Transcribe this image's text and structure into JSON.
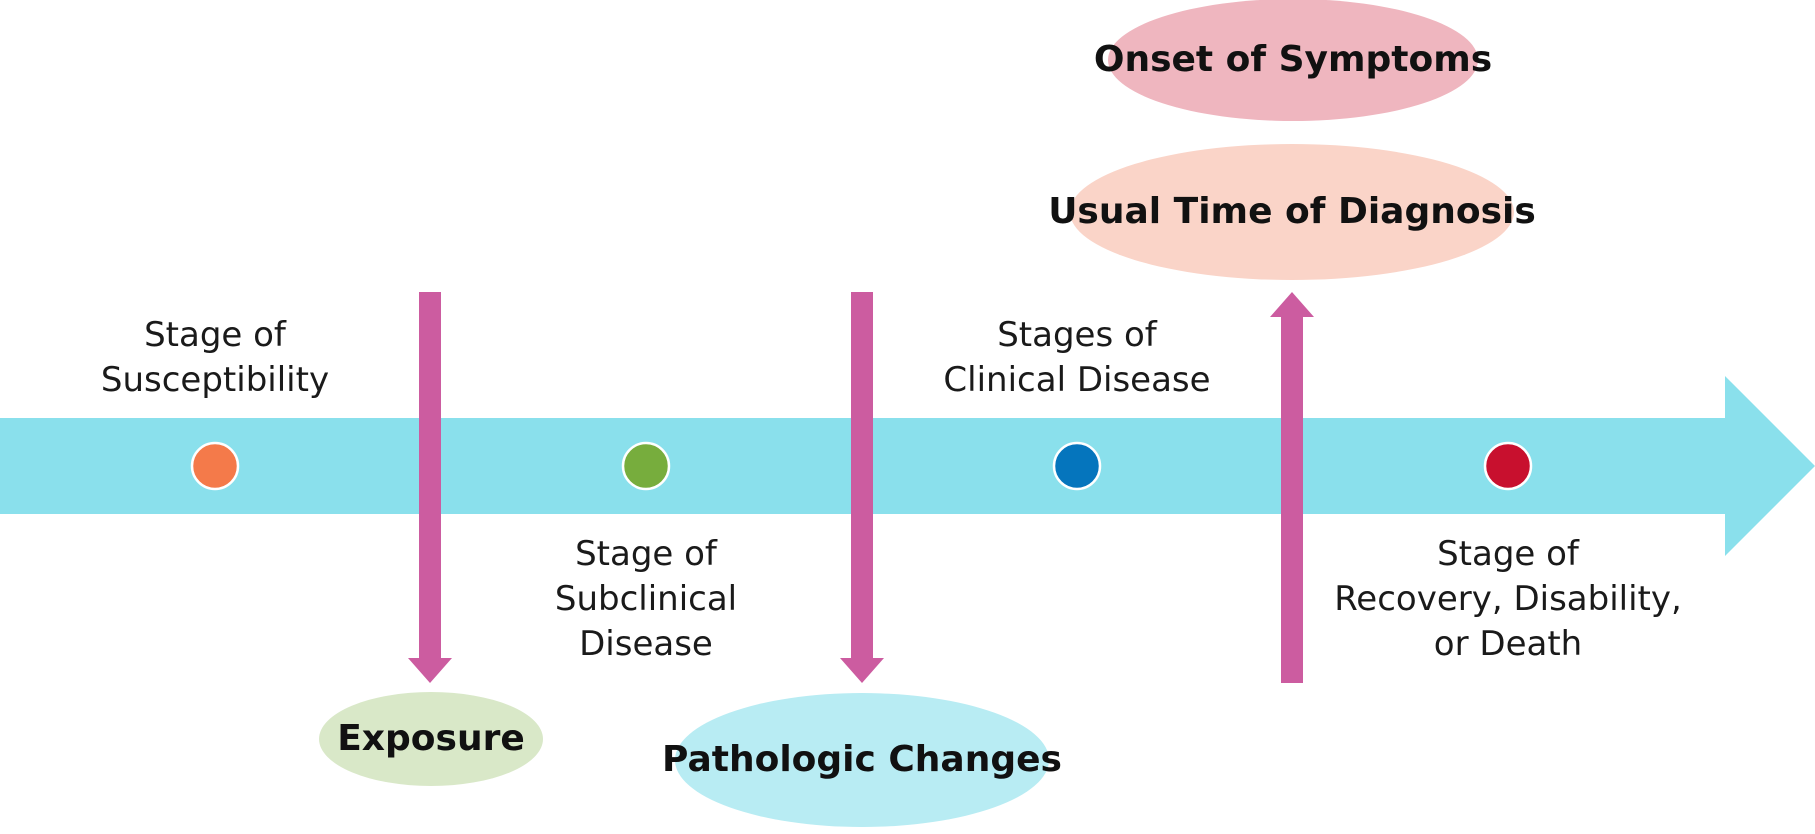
{
  "colors": {
    "timeline": "#8ae0ec",
    "arrow": "#cc5ca0",
    "dot_susceptibility": "#f47a4a",
    "dot_subclinical": "#77ad3d",
    "dot_clinical": "#0575bd",
    "dot_recovery": "#c8102e",
    "ellipse_exposure": "#d9e8c8",
    "ellipse_pathologic": "#b8ecf3",
    "ellipse_diagnosis": "#fad4c8",
    "ellipse_symptoms": "#efb6bf"
  },
  "stages": {
    "susceptibility": {
      "line1": "Stage of",
      "line2": "Susceptibility"
    },
    "subclinical": {
      "line1": "Stage of",
      "line2": "Subclinical",
      "line3": "Disease"
    },
    "clinical": {
      "line1": "Stages of",
      "line2": "Clinical Disease"
    },
    "recovery": {
      "line1": "Stage of",
      "line2": "Recovery, Disability,",
      "line3": "or Death"
    }
  },
  "events": {
    "exposure": "Exposure",
    "pathologic_changes": "Pathologic Changes",
    "usual_time_of_diagnosis": "Usual Time of Diagnosis",
    "onset_of_symptoms": "Onset of Symptoms"
  }
}
